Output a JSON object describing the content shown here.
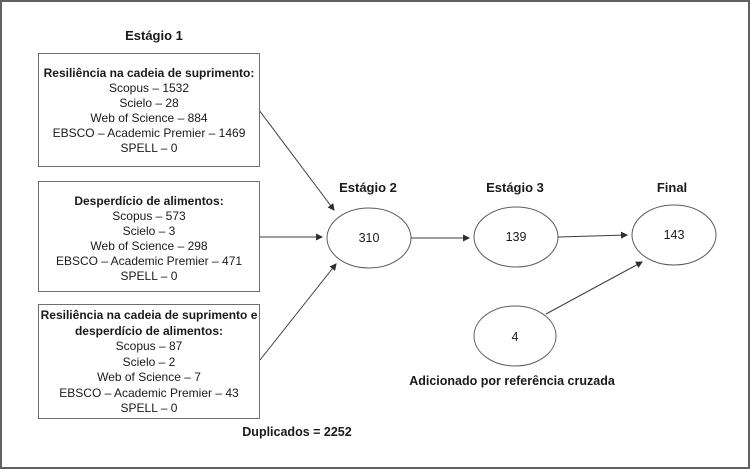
{
  "labels": {
    "stage1": "Estágio 1",
    "stage2": "Estágio 2",
    "stage3": "Estágio 3",
    "final": "Final"
  },
  "boxes": [
    {
      "title": "Resiliência na cadeia de suprimento:",
      "lines": [
        "Scopus – 1532",
        "Scielo – 28",
        "Web of Science – 884",
        "EBSCO – Academic Premier – 1469",
        "SPELL – 0"
      ]
    },
    {
      "title": "Desperdício de alimentos:",
      "lines": [
        "Scopus – 573",
        "Scielo – 3",
        "Web of Science – 298",
        "EBSCO – Academic Premier – 471",
        "SPELL – 0"
      ]
    },
    {
      "title": "Resiliência na cadeia de suprimento e desperdício de alimentos:",
      "lines": [
        "Scopus – 87",
        "Scielo – 2",
        "Web of Science – 7",
        "EBSCO – Academic Premier – 43",
        "SPELL – 0"
      ]
    }
  ],
  "nodes": {
    "stage2_value": "310",
    "stage3_value": "139",
    "final_value": "143",
    "cross_reference_value": "4"
  },
  "annotations": {
    "cross_reference_label": "Adicionado por referência cruzada",
    "duplicates_label": "Duplicados = 2252"
  },
  "colors": {
    "ink": "#1a1a1a",
    "stroke": "#5c5c5c",
    "frame_border": "#616161"
  }
}
